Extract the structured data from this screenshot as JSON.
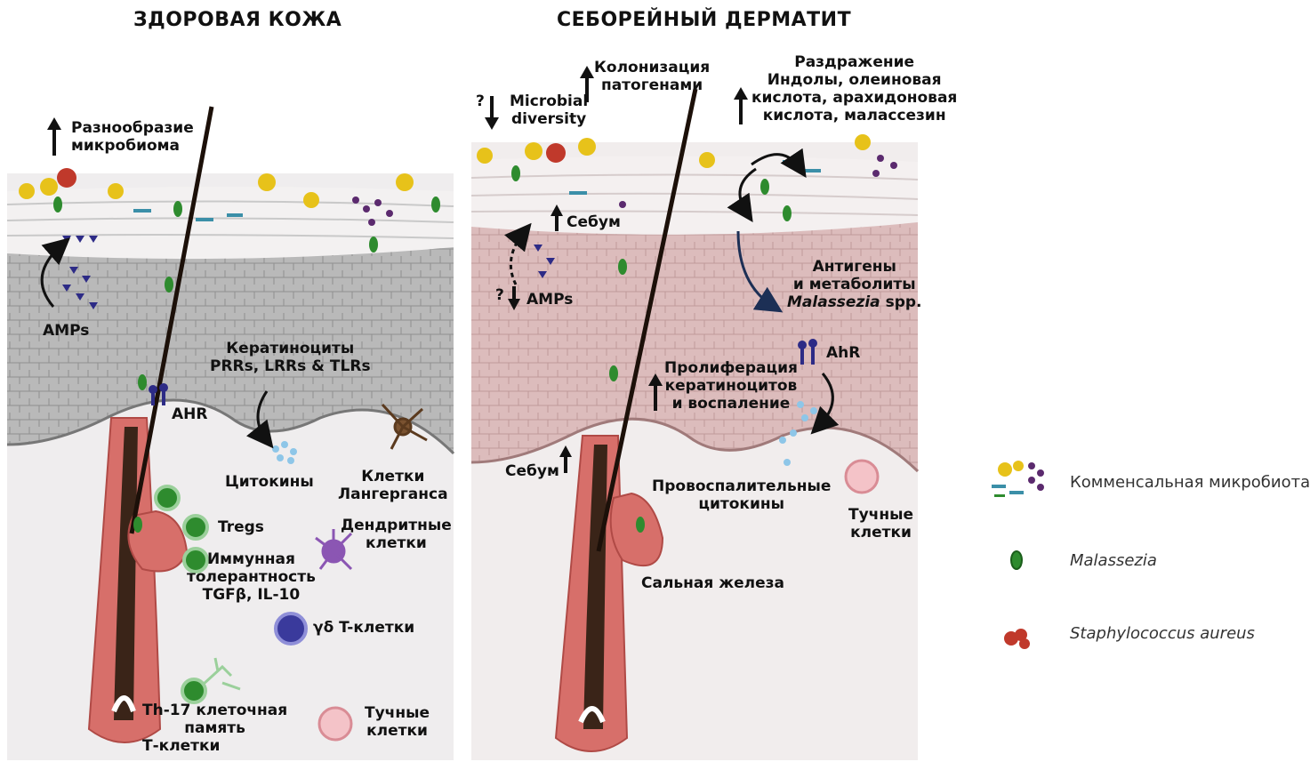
{
  "healthy": {
    "title": "ЗДОРОВАЯ КОЖА",
    "diversity_l1": "Разнообразие",
    "diversity_l2": "микробиома",
    "amps": "AMPs",
    "keratinocytes_l1": "Кератиноциты",
    "keratinocytes_l2": "PRRs, LRRs & TLRs",
    "ahr": "AHR",
    "cytokines": "Цитокины",
    "langerhans_l1": "Клетки",
    "langerhans_l2": "Лангерганса",
    "tregs": "Tregs",
    "dendritic_l1": "Дендритные",
    "dendritic_l2": "клетки",
    "tolerance_l1": "Иммунная",
    "tolerance_l2": "толерантность",
    "tolerance_l3": "TGFβ, IL-10",
    "gd_t": "γδ T-клетки",
    "th17_l1": "Th-17 клеточная",
    "th17_l2": "память",
    "th17_l3": "Т-клетки",
    "mast_l1": "Тучные",
    "mast_l2": "клетки"
  },
  "seb": {
    "title": "СЕБОРЕЙНЫЙ ДЕРМАТИТ",
    "microbial_l1": "Microbial",
    "microbial_l2": "diversity",
    "colonization_l1": "Колонизация",
    "colonization_l2": "патогенами",
    "irritation_l1": "Раздражение",
    "irritation_l2": "Индолы, олеиновая",
    "irritation_l3": "кислота, арахидоновая",
    "irritation_l4": "кислота, малассезин",
    "sebum_top": "Себум",
    "amps": "AMPs",
    "antigens_l1": "Антигены",
    "antigens_l2": "и метаболиты",
    "antigens_l3a": "Malassezia",
    "antigens_l3b": " spp.",
    "ahr": "AhR",
    "prolif_l1": "Пролиферация",
    "prolif_l2": "кератиноцитов",
    "prolif_l3": "и воспаление",
    "sebum_low": "Себум",
    "proinfl_l1": "Провоспалительные",
    "proinfl_l2": "цитокины",
    "mast_l1": "Тучные",
    "mast_l2": "клетки",
    "sebaceous": "Сальная железа",
    "q1": "?",
    "q2": "?"
  },
  "legend": {
    "commensal": "Комменсальная микробиота",
    "malassezia": "Malassezia",
    "staph": "Staphylococcus aureus"
  },
  "colors": {
    "dermis": "#efedee",
    "epidermis_gray": "#b8b8b8",
    "epidermis_pink": "#dcbcbc",
    "hair": "#3a2418",
    "follicle": "#d76f6a",
    "malassezia": "#2e8b2e",
    "staph": "#c0392b",
    "commensal_yellow": "#e7c21a",
    "commensal_purple": "#5b2a6e"
  }
}
